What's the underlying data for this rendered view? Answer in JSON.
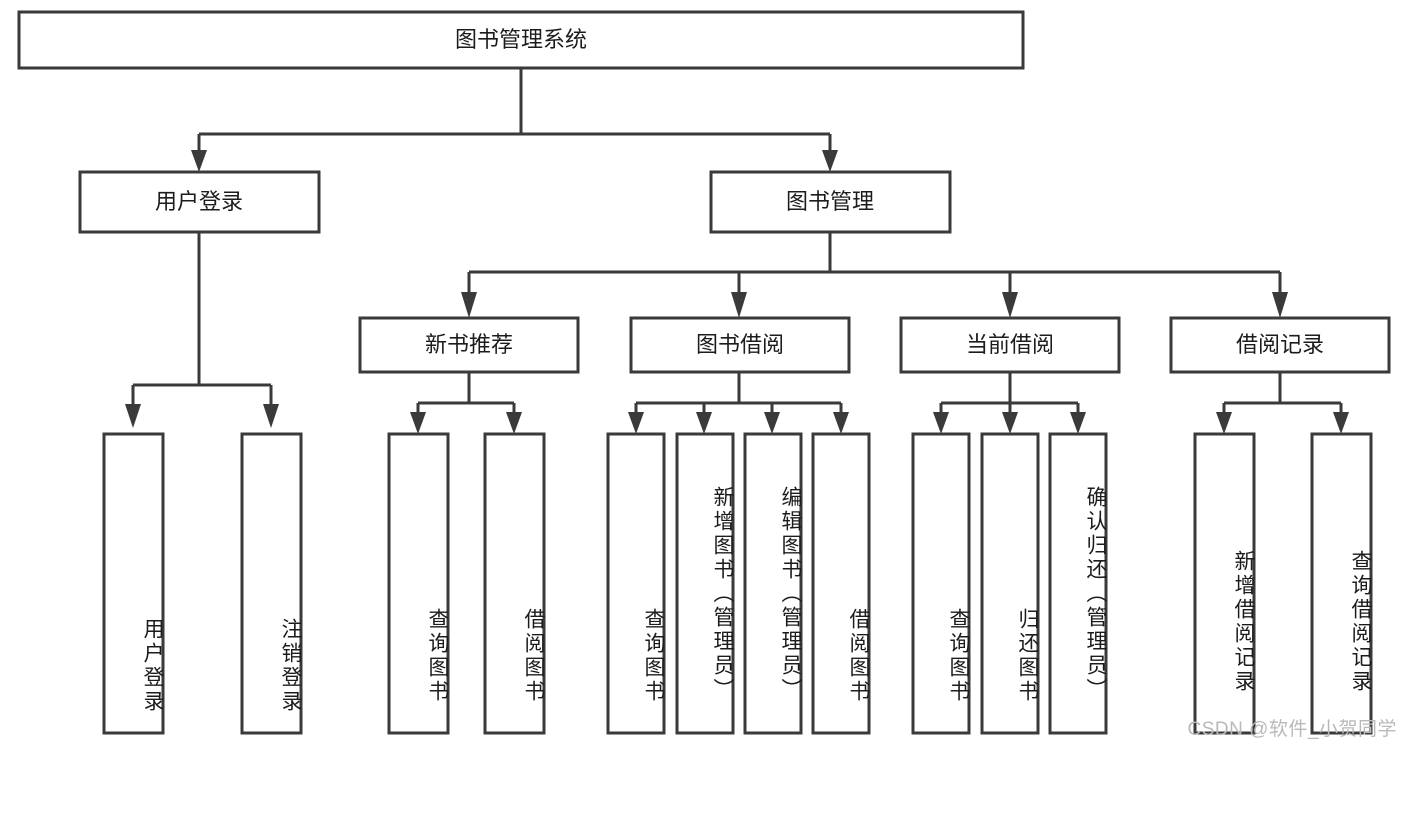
{
  "diagram": {
    "type": "tree-hierarchy-chart",
    "title": "图书管理系统",
    "watermark": "CSDN @软件_小贺同学",
    "colors": {
      "box_stroke": "#3a3a3a",
      "box_fill": "#ffffff",
      "text": "#1c1c1c",
      "connector": "#3a3a3a",
      "watermark": "#b9b9b9",
      "background": "#ffffff"
    },
    "root": {
      "label": "图书管理系统"
    },
    "level2": [
      {
        "label": "用户登录"
      },
      {
        "label": "图书管理"
      }
    ],
    "level3": [
      {
        "label": "新书推荐"
      },
      {
        "label": "图书借阅"
      },
      {
        "label": "当前借阅"
      },
      {
        "label": "借阅记录"
      }
    ],
    "leaves": {
      "user_login": [
        {
          "label": "用户登录"
        },
        {
          "label": "注销登录"
        }
      ],
      "new_book_recommend": [
        {
          "label": "查询图书"
        },
        {
          "label": "借阅图书"
        }
      ],
      "book_borrow": [
        {
          "label": "查询图书"
        },
        {
          "label": "新增图书（管理员）"
        },
        {
          "label": "编辑图书（管理员）"
        },
        {
          "label": "借阅图书"
        }
      ],
      "current_borrow": [
        {
          "label": "查询图书"
        },
        {
          "label": "归还图书"
        },
        {
          "label": "确认归还（管理员）"
        }
      ],
      "borrow_record": [
        {
          "label": "新增借阅记录"
        },
        {
          "label": "查询借阅记录"
        }
      ]
    }
  }
}
